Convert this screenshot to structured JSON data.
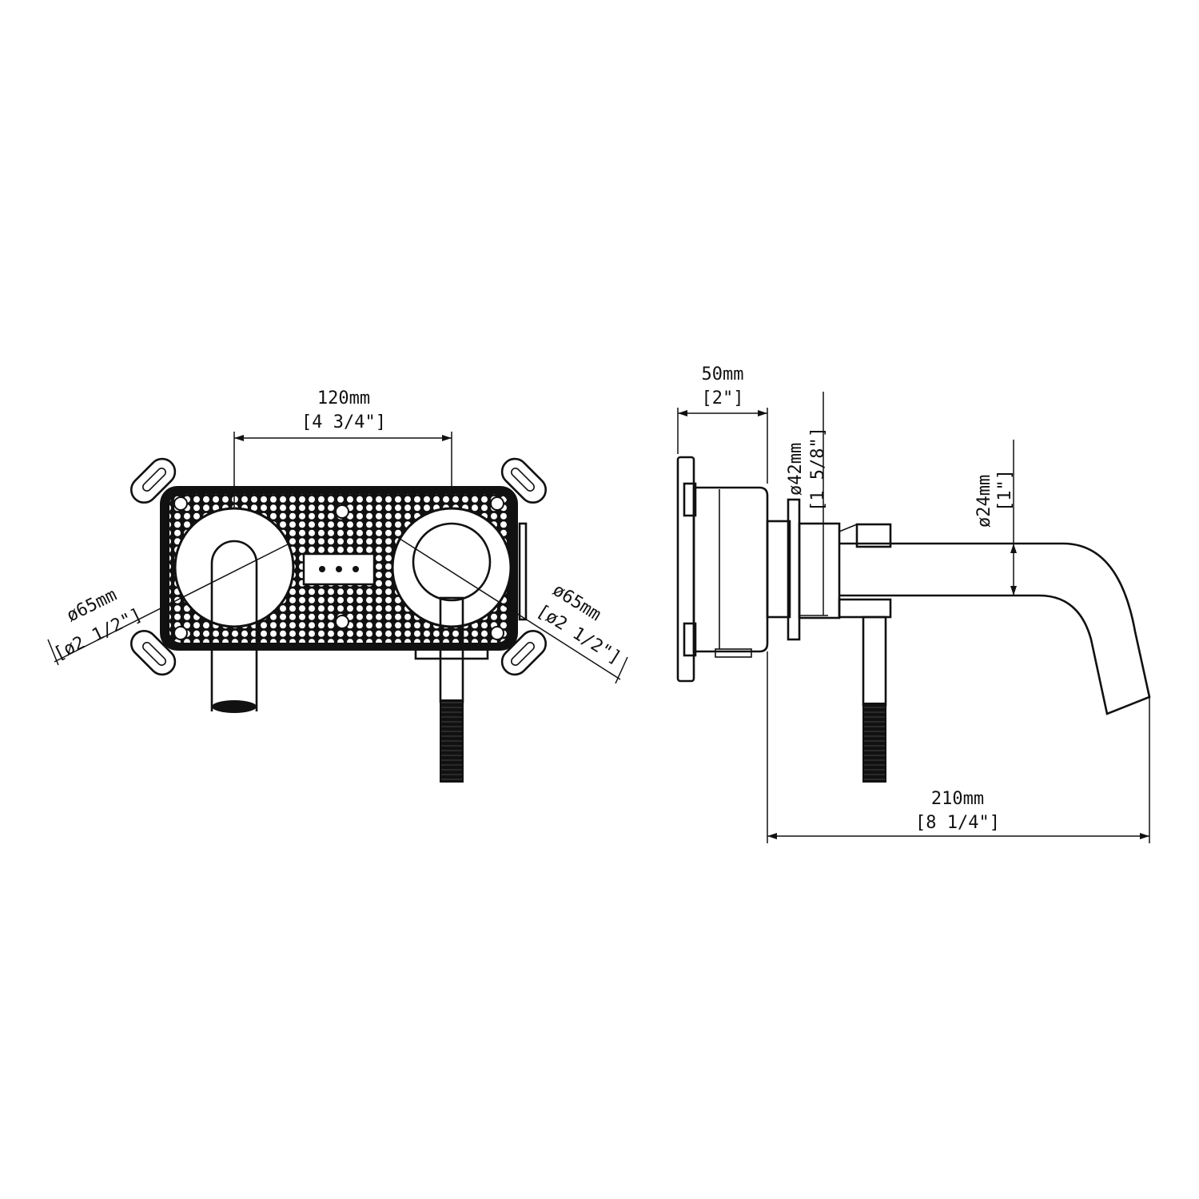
{
  "front_view": {
    "center_spacing": {
      "mm": "120mm",
      "inch": "[4 3/4\"]"
    },
    "left_rosette": {
      "mm": "ø65mm",
      "inch": "[ø2 1/2\"]"
    },
    "right_rosette": {
      "mm": "ø65mm",
      "inch": "[ø2 1/2\"]"
    }
  },
  "side_view": {
    "box_depth": {
      "mm": "50mm",
      "inch": "[2\"]"
    },
    "flange_diameter": {
      "mm": "ø42mm",
      "inch": "[1 5/8\"]"
    },
    "spout_diameter": {
      "mm": "ø24mm",
      "inch": "[1\"]"
    },
    "spout_projection": {
      "mm": "210mm",
      "inch": "[8 1/4\"]"
    }
  },
  "colors": {
    "line": "#111111",
    "background": "#ffffff"
  }
}
